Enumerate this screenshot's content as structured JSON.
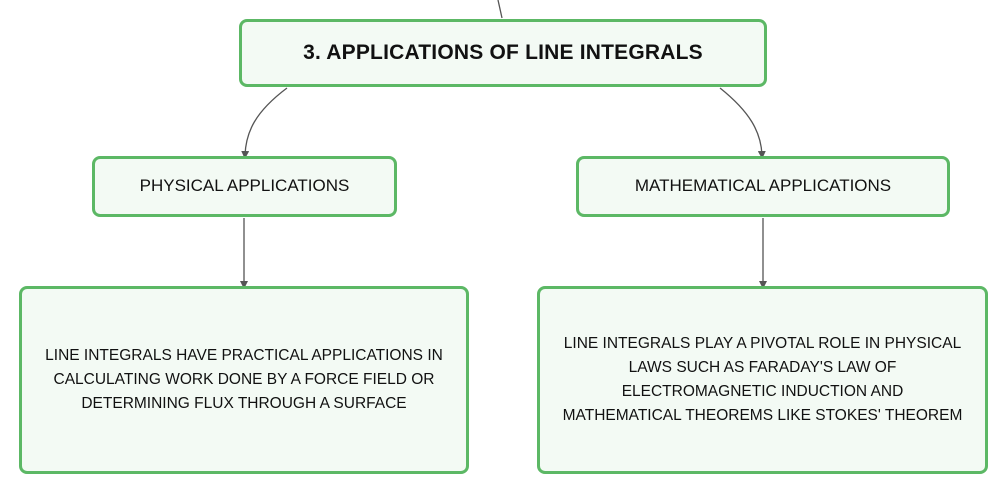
{
  "diagram": {
    "root": {
      "label": "3. APPLICATIONS OF LINE INTEGRALS"
    },
    "branches": [
      {
        "label": "PHYSICAL APPLICATIONS",
        "detail_lines": [
          "LINE INTEGRALS HAVE PRACTICAL APPLICATIONS IN",
          "CALCULATING WORK DONE BY A FORCE FIELD OR",
          "DETERMINING FLUX THROUGH A SURFACE"
        ]
      },
      {
        "label": "MATHEMATICAL APPLICATIONS",
        "detail_lines": [
          "LINE INTEGRALS PLAY A PIVOTAL ROLE IN PHYSICAL",
          "LAWS SUCH AS FARADAY'S LAW OF",
          "ELECTROMAGNETIC INDUCTION AND",
          "MATHEMATICAL THEOREMS LIKE STOKES' THEOREM"
        ]
      }
    ]
  },
  "colors": {
    "node_border": "#5cb865",
    "node_fill": "#f3faf4",
    "connector": "#555555",
    "text": "#111111"
  }
}
